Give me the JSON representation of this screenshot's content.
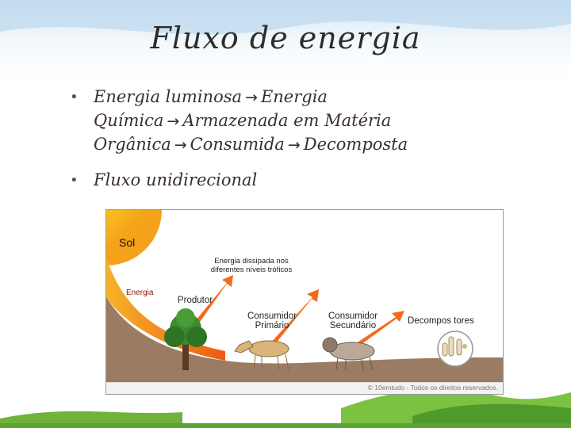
{
  "slide": {
    "title": "Fluxo de energia",
    "bullets": [
      {
        "parts": [
          "Energia luminosa",
          "Energia Química",
          "Armazenada em Matéria Orgânica",
          "Consumida",
          "Decomposta"
        ]
      },
      {
        "text": "Fluxo unidirecional"
      }
    ],
    "arrow_glyph": "→"
  },
  "diagram": {
    "labels": {
      "sol": "Sol",
      "energia_dissipada": "Energia dissipada nos diferentes níveis tróficos",
      "energia": "Energia",
      "produtor": "Produtor",
      "consumidor_primario_1": "Consumidor",
      "consumidor_primario_2": "Primário",
      "consumidor_secundario_1": "Consumidor",
      "consumidor_secundario_2": "Secundário",
      "decompositores": "Decompos tores"
    },
    "copyright": "© 10emtudo - Todos os direitos reservados.",
    "colors": {
      "sun": "#f7d21e",
      "energy_band": "#f07c1a",
      "soil": "#9b7b62",
      "tree": "#3c8a2e",
      "arrow": "#f26a1b"
    }
  }
}
